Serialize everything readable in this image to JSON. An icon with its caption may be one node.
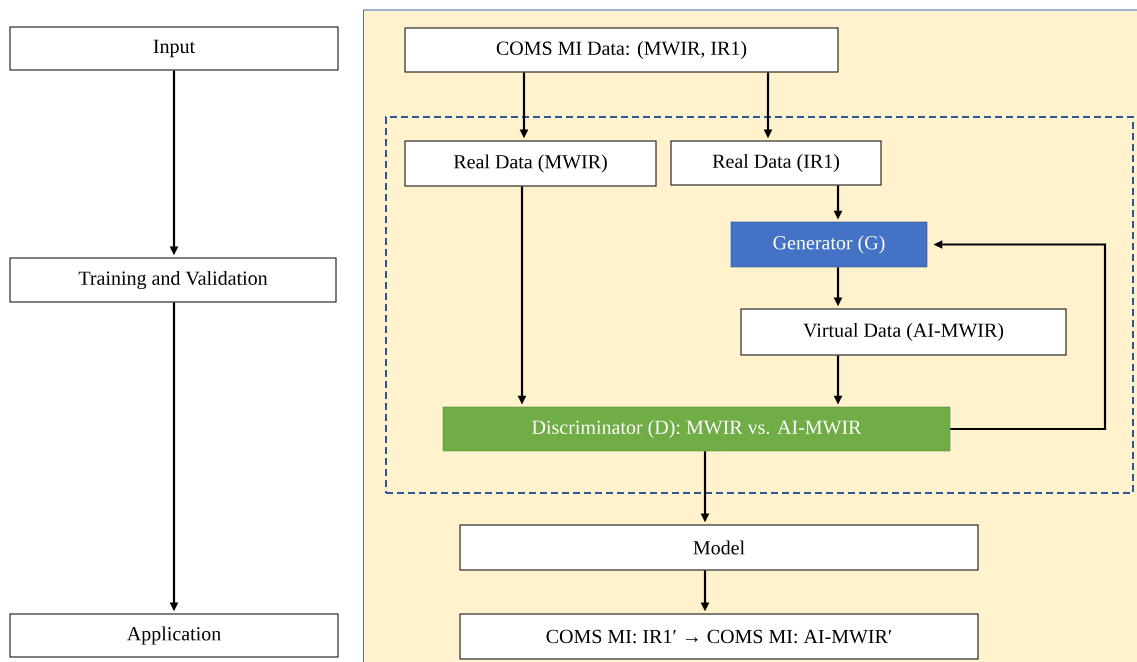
{
  "diagram": {
    "nodes": [
      {
        "text": [
          "Input"
        ]
      },
      {
        "text": [
          "Training and Validation"
        ]
      },
      {
        "text": [
          "Application"
        ]
      },
      {
        "text": [
          "COMS MI Data: (MWIR, IR1)"
        ]
      },
      {
        "text": [],
        "shape": "box"
      },
      {
        "text": [
          "Real Data (MWIR)"
        ],
        "in": 4
      },
      {
        "text": [
          "Real Data (IR1)"
        ],
        "in": 4
      },
      {
        "text": [
          "Generator (G)"
        ],
        "in": 4
      },
      {
        "text": [
          "Virtual Data (AI-MWIR)"
        ],
        "in": 4
      },
      {
        "text": [
          "Discriminator (D): MWIR vs. AI-MWIR"
        ],
        "in": 4
      },
      {
        "text": [
          "Model"
        ]
      },
      {
        "text": [
          "COMS MI: IR1′ → COMS MI: AI-MWIR′"
        ]
      }
    ],
    "edges": [
      {
        "from": 0,
        "to": 1,
        "arrow": "to"
      },
      {
        "from": 1,
        "to": 2,
        "arrow": "to"
      },
      {
        "from": 3,
        "to": 5,
        "arrow": "to"
      },
      {
        "from": 3,
        "to": 6,
        "arrow": "to"
      },
      {
        "from": 6,
        "to": 7,
        "arrow": "to"
      },
      {
        "from": 7,
        "to": 8,
        "arrow": "to"
      },
      {
        "from": 5,
        "to": 9,
        "arrow": "to"
      },
      {
        "from": 8,
        "to": 9,
        "arrow": "to"
      },
      {
        "from": 9,
        "to": 7,
        "arrow": "to"
      },
      {
        "from": 9,
        "to": 10,
        "arrow": "to"
      },
      {
        "from": 10,
        "to": 11,
        "arrow": "to"
      }
    ]
  }
}
